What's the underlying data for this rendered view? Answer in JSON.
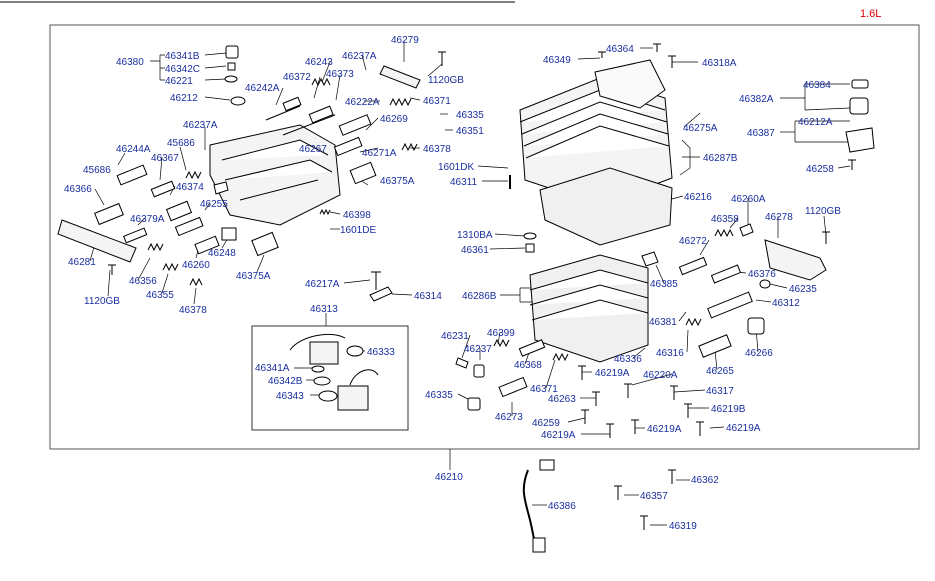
{
  "header": {
    "version_label": "1.6L"
  },
  "colors": {
    "label": "#1a2fa0",
    "version": "#e00000",
    "line": "#000000",
    "frame": "#555555"
  },
  "callouts": [
    {
      "text": "46380"
    },
    {
      "text": "46341B"
    },
    {
      "text": "46342C"
    },
    {
      "text": "46221"
    },
    {
      "text": "46212"
    },
    {
      "text": "46242A"
    },
    {
      "text": "46372"
    },
    {
      "text": "46243"
    },
    {
      "text": "46373"
    },
    {
      "text": "46237A"
    },
    {
      "text": "46279"
    },
    {
      "text": "1120GB"
    },
    {
      "text": "46222A"
    },
    {
      "text": "46371"
    },
    {
      "text": "46335"
    },
    {
      "text": "46351"
    },
    {
      "text": "46269"
    },
    {
      "text": "46378"
    },
    {
      "text": "46267"
    },
    {
      "text": "46271A"
    },
    {
      "text": "46237A"
    },
    {
      "text": "45686"
    },
    {
      "text": "46244A"
    },
    {
      "text": "45686"
    },
    {
      "text": "46367"
    },
    {
      "text": "46374"
    },
    {
      "text": "46366"
    },
    {
      "text": "46379A"
    },
    {
      "text": "46255"
    },
    {
      "text": "46375A"
    },
    {
      "text": "46398"
    },
    {
      "text": "1601DE"
    },
    {
      "text": "46248"
    },
    {
      "text": "46356"
    },
    {
      "text": "46260"
    },
    {
      "text": "46375A"
    },
    {
      "text": "46281"
    },
    {
      "text": "46355"
    },
    {
      "text": "46378"
    },
    {
      "text": "1120GB"
    },
    {
      "text": "46217A"
    },
    {
      "text": "46314"
    },
    {
      "text": "46313"
    },
    {
      "text": "46333"
    },
    {
      "text": "46341A"
    },
    {
      "text": "46342B"
    },
    {
      "text": "46343"
    },
    {
      "text": "46349"
    },
    {
      "text": "46364"
    },
    {
      "text": "46318A"
    },
    {
      "text": "46384"
    },
    {
      "text": "46382A"
    },
    {
      "text": "46275A"
    },
    {
      "text": "46212A"
    },
    {
      "text": "46387"
    },
    {
      "text": "46287B"
    },
    {
      "text": "46258"
    },
    {
      "text": "1601DK"
    },
    {
      "text": "46311"
    },
    {
      "text": "46216"
    },
    {
      "text": "46260A"
    },
    {
      "text": "1310BA"
    },
    {
      "text": "46358"
    },
    {
      "text": "46278"
    },
    {
      "text": "1120GB"
    },
    {
      "text": "46361"
    },
    {
      "text": "46272"
    },
    {
      "text": "46376"
    },
    {
      "text": "46385"
    },
    {
      "text": "46235"
    },
    {
      "text": "46286B"
    },
    {
      "text": "46312"
    },
    {
      "text": "46381"
    },
    {
      "text": "46231"
    },
    {
      "text": "46399"
    },
    {
      "text": "46237"
    },
    {
      "text": "46336"
    },
    {
      "text": "46316"
    },
    {
      "text": "46266"
    },
    {
      "text": "46368"
    },
    {
      "text": "46265"
    },
    {
      "text": "46219A"
    },
    {
      "text": "46220A"
    },
    {
      "text": "46371"
    },
    {
      "text": "46317"
    },
    {
      "text": "46335"
    },
    {
      "text": "46263"
    },
    {
      "text": "46219B"
    },
    {
      "text": "46273"
    },
    {
      "text": "46259"
    },
    {
      "text": "46219A"
    },
    {
      "text": "46219A"
    },
    {
      "text": "46219A"
    },
    {
      "text": "46210"
    },
    {
      "text": "46362"
    },
    {
      "text": "46386"
    },
    {
      "text": "46357"
    },
    {
      "text": "46319"
    }
  ]
}
